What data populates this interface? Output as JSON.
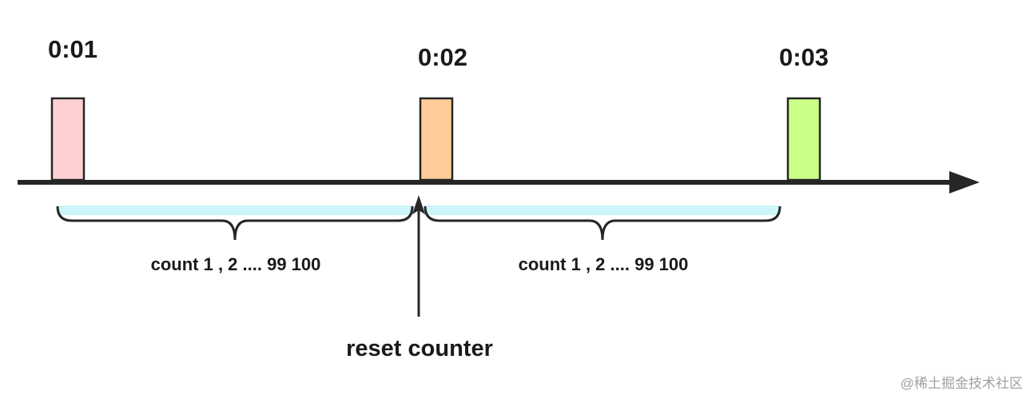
{
  "timeline": {
    "ticks": [
      {
        "label": "0:01",
        "color": "#FFD0D2"
      },
      {
        "label": "0:02",
        "color": "#FFCC99"
      },
      {
        "label": "0:03",
        "color": "#CCFF88"
      }
    ],
    "intervals": [
      {
        "label": "count 1 , 2 .... 99 100"
      },
      {
        "label": "count 1 , 2 .... 99 100"
      }
    ],
    "reset_label": "reset counter",
    "brace_highlight_color": "#CCF6FA",
    "axis_color": "#262626"
  },
  "watermark": "@稀土掘金技术社区"
}
